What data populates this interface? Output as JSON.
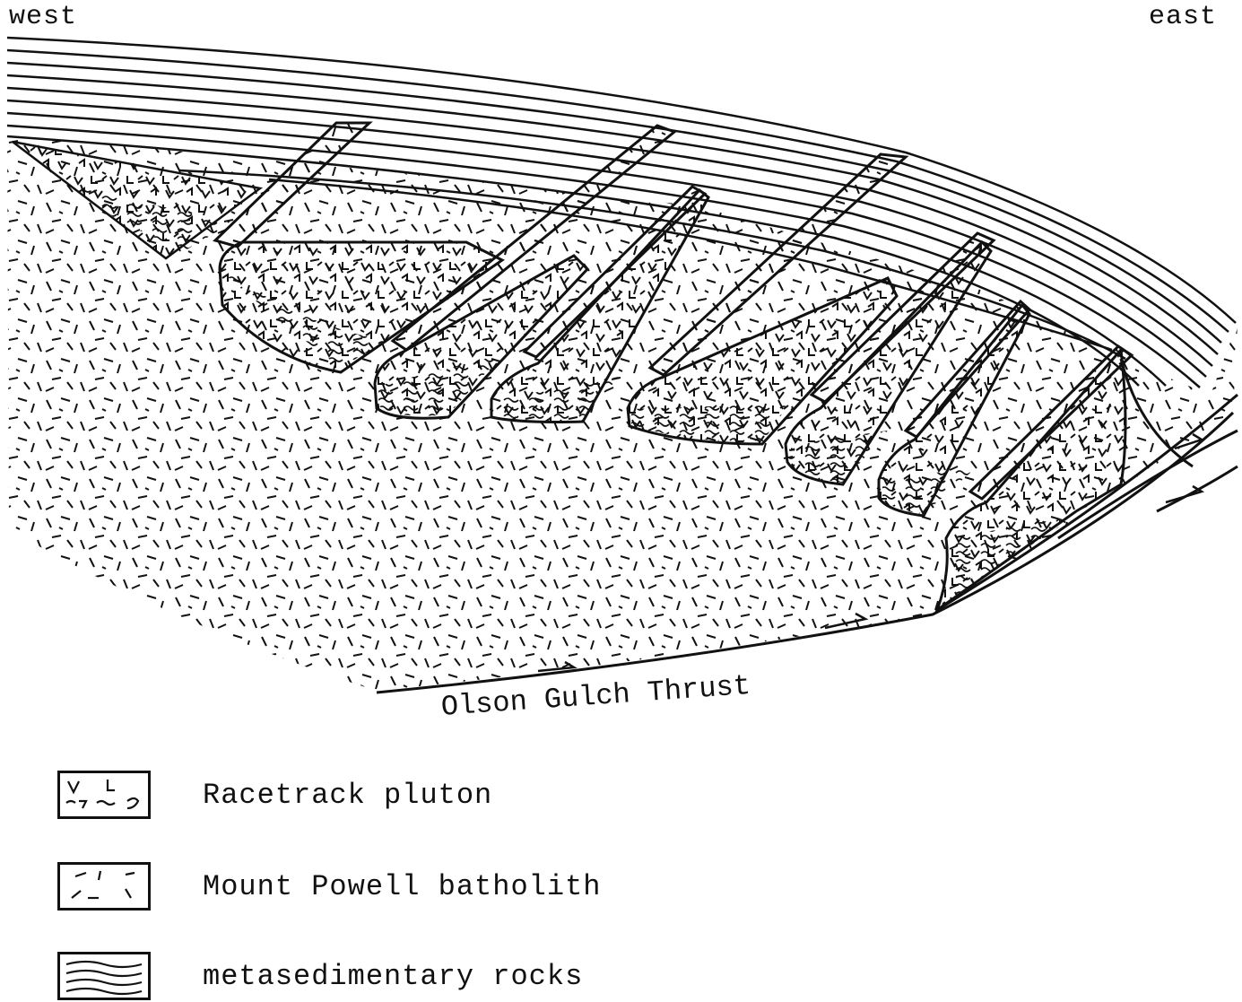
{
  "direction": {
    "west": "west",
    "east": "east"
  },
  "fault": {
    "label": "Olson Gulch Thrust"
  },
  "legend": [
    {
      "pattern": "racetrack",
      "label": "Racetrack pluton"
    },
    {
      "pattern": "batholith",
      "label": "Mount Powell batholith"
    },
    {
      "pattern": "metased",
      "label": "metasedimentary rocks"
    }
  ]
}
